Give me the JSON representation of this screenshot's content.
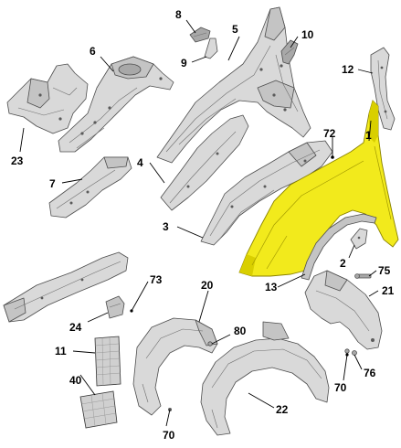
{
  "callouts": [
    {
      "label": "1"
    },
    {
      "label": "2"
    },
    {
      "label": "3"
    },
    {
      "label": "4"
    },
    {
      "label": "5"
    },
    {
      "label": "6"
    },
    {
      "label": "7"
    },
    {
      "label": "8"
    },
    {
      "label": "9"
    },
    {
      "label": "10"
    },
    {
      "label": "11"
    },
    {
      "label": "12"
    },
    {
      "label": "13"
    },
    {
      "label": "20"
    },
    {
      "label": "21"
    },
    {
      "label": "22"
    },
    {
      "label": "23"
    },
    {
      "label": "24"
    },
    {
      "label": "40"
    },
    {
      "label": "70"
    },
    {
      "label": "72"
    },
    {
      "label": "73"
    },
    {
      "label": "75"
    },
    {
      "label": "76"
    },
    {
      "label": "80"
    },
    {
      "label": "70"
    }
  ],
  "colors": {
    "highlight": "#f2ea1c",
    "part": "#d9d9d9",
    "outline": "#4d4d4d"
  }
}
